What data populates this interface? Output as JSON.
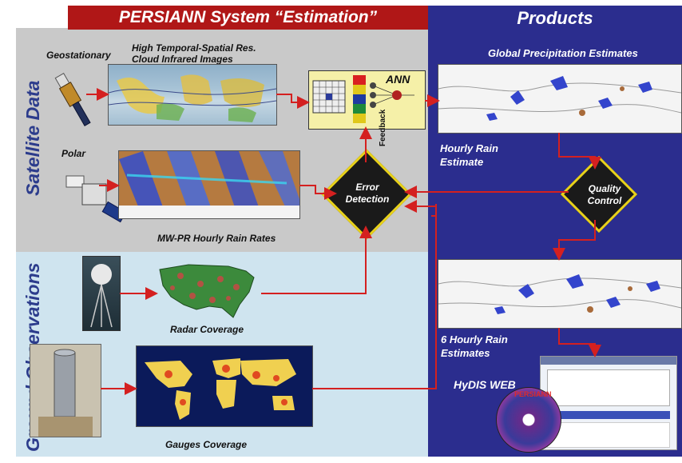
{
  "title": "PERSIANN System “Estimation”",
  "products_title": "Products",
  "side_labels": {
    "satellite": "Satellite Data",
    "ground": "Ground Observations"
  },
  "labels": {
    "geostationary": "Geostationary",
    "ir_images": "High Temporal-Spatial Res.\nCloud Infrared Images",
    "polar": "Polar",
    "mw_pr": "MW-PR Hourly Rain Rates",
    "ann": "ANN",
    "feedback": "Feedback",
    "error_detection": "Error\nDetection",
    "radar": "Radar Coverage",
    "gauges": "Gauges Coverage",
    "global_precip": "Global Precipitation Estimates",
    "hourly_rain": "Hourly Rain\nEstimate",
    "quality_control": "Quality\nControl",
    "six_hourly": "6 Hourly Rain\nEstimates",
    "hydis": "HyDIS WEB",
    "persiann_logo": "PERSIANN"
  },
  "colors": {
    "title_bar": "#b01717",
    "products_bg": "#2b2d8e",
    "satellite_bg": "#c9c9c9",
    "ground_bg": "#cfe4ef",
    "arrow": "#d42020",
    "diamond_border": "#e8d11a"
  }
}
